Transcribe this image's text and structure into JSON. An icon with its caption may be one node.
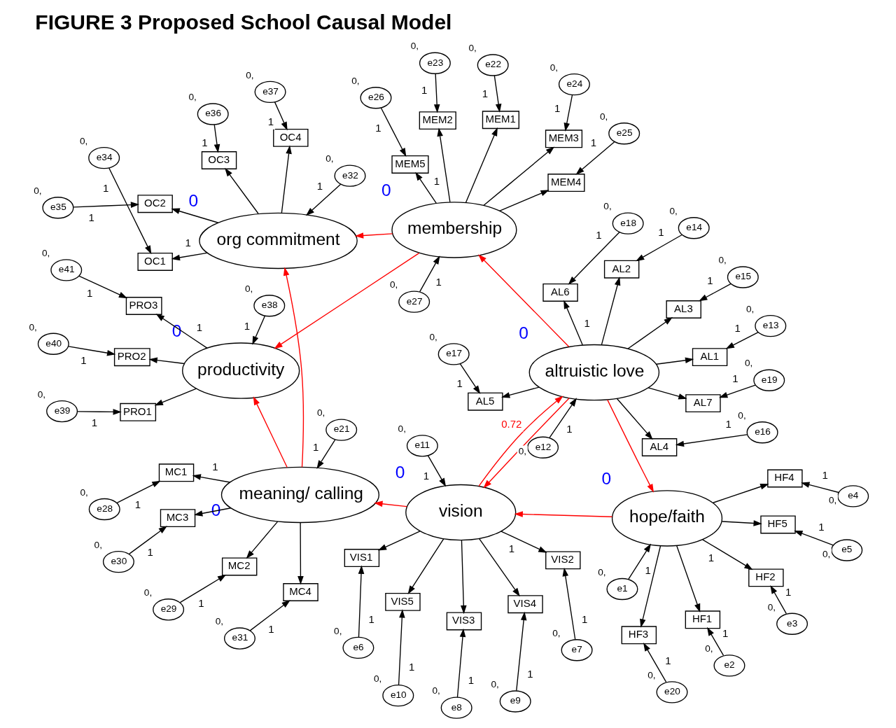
{
  "diagram": {
    "title": "FIGURE 3 Proposed School Causal Model",
    "nodes": [
      {
        "text": [
          "hope/faith"
        ],
        "beside": [
          "0"
        ]
      },
      {
        "text": [
          "vision"
        ],
        "beside": [
          "0"
        ]
      },
      {
        "text": [
          "meaning/ calling"
        ],
        "beside": [
          "0"
        ]
      },
      {
        "text": [
          "org commitment"
        ],
        "beside": [
          "0"
        ]
      },
      {
        "text": [
          "altruistic love"
        ],
        "beside": [
          "0"
        ]
      },
      {
        "text": [
          "membership"
        ],
        "beside": [
          "0"
        ]
      },
      {
        "text": [
          "productivity"
        ],
        "beside": [
          "0"
        ]
      },
      {
        "text": [
          "HF1"
        ]
      },
      {
        "text": [
          "HF2"
        ]
      },
      {
        "text": [
          "HF3"
        ]
      },
      {
        "text": [
          "HF4"
        ]
      },
      {
        "text": [
          "HF5"
        ]
      },
      {
        "text": [
          "VIS1"
        ]
      },
      {
        "text": [
          "VIS2"
        ]
      },
      {
        "text": [
          "VIS3"
        ]
      },
      {
        "text": [
          "VIS4"
        ]
      },
      {
        "text": [
          "VIS5"
        ]
      },
      {
        "text": [
          "MC1"
        ]
      },
      {
        "text": [
          "MC2"
        ]
      },
      {
        "text": [
          "MC3"
        ]
      },
      {
        "text": [
          "MC4"
        ]
      },
      {
        "text": [
          "OC1"
        ]
      },
      {
        "text": [
          "OC2"
        ]
      },
      {
        "text": [
          "OC3"
        ]
      },
      {
        "text": [
          "OC4"
        ]
      },
      {
        "text": [
          "AL1"
        ]
      },
      {
        "text": [
          "AL2"
        ]
      },
      {
        "text": [
          "AL3"
        ]
      },
      {
        "text": [
          "AL4"
        ]
      },
      {
        "text": [
          "AL5"
        ]
      },
      {
        "text": [
          "AL6"
        ]
      },
      {
        "text": [
          "AL7"
        ]
      },
      {
        "text": [
          "MEM1"
        ]
      },
      {
        "text": [
          "MEM2"
        ]
      },
      {
        "text": [
          "MEM3"
        ]
      },
      {
        "text": [
          "MEM4"
        ]
      },
      {
        "text": [
          "MEM5"
        ]
      },
      {
        "text": [
          "PRO1"
        ]
      },
      {
        "text": [
          "PRO2"
        ]
      },
      {
        "text": [
          "PRO3"
        ]
      },
      {
        "text": [
          "e1"
        ],
        "beside": [
          "0,"
        ]
      },
      {
        "text": [
          "e2"
        ],
        "beside": [
          "0,"
        ]
      },
      {
        "text": [
          "e3"
        ],
        "beside": [
          "0,"
        ]
      },
      {
        "text": [
          "e4"
        ],
        "beside": [
          "0,"
        ]
      },
      {
        "text": [
          "e5"
        ],
        "beside": [
          "0,"
        ]
      },
      {
        "text": [
          "e6"
        ],
        "beside": [
          "0,"
        ]
      },
      {
        "text": [
          "e7"
        ],
        "beside": [
          "0,"
        ]
      },
      {
        "text": [
          "e8"
        ],
        "beside": [
          "0,"
        ]
      },
      {
        "text": [
          "e9"
        ],
        "beside": [
          "0,"
        ]
      },
      {
        "text": [
          "e10"
        ],
        "beside": [
          "0,"
        ]
      },
      {
        "text": [
          "e11"
        ],
        "beside": [
          "0,"
        ]
      },
      {
        "text": [
          "e12"
        ],
        "beside": [
          "0,"
        ]
      },
      {
        "text": [
          "e13"
        ],
        "beside": [
          "0,"
        ]
      },
      {
        "text": [
          "e14"
        ],
        "beside": [
          "0,"
        ]
      },
      {
        "text": [
          "e15"
        ],
        "beside": [
          "0,"
        ]
      },
      {
        "text": [
          "e16"
        ],
        "beside": [
          "0,"
        ]
      },
      {
        "text": [
          "e17"
        ],
        "beside": [
          "0,"
        ]
      },
      {
        "text": [
          "e18"
        ],
        "beside": [
          "0,"
        ]
      },
      {
        "text": [
          "e19"
        ],
        "beside": [
          "0,"
        ]
      },
      {
        "text": [
          "e20"
        ],
        "beside": [
          "0,"
        ]
      },
      {
        "text": [
          "e21"
        ],
        "beside": [
          "0,"
        ]
      },
      {
        "text": [
          "e22"
        ],
        "beside": [
          "0,"
        ]
      },
      {
        "text": [
          "e23"
        ],
        "beside": [
          "0,"
        ]
      },
      {
        "text": [
          "e24"
        ],
        "beside": [
          "0,"
        ]
      },
      {
        "text": [
          "e25"
        ],
        "beside": [
          "0,"
        ]
      },
      {
        "text": [
          "e26"
        ],
        "beside": [
          "0,"
        ]
      },
      {
        "text": [
          "e27"
        ],
        "beside": [
          "0,"
        ]
      },
      {
        "text": [
          "e28"
        ],
        "beside": [
          "0,"
        ]
      },
      {
        "text": [
          "e29"
        ],
        "beside": [
          "0,"
        ]
      },
      {
        "text": [
          "e30"
        ],
        "beside": [
          "0,"
        ]
      },
      {
        "text": [
          "e31"
        ],
        "beside": [
          "0,"
        ]
      },
      {
        "text": [
          "e32"
        ],
        "beside": [
          "0,"
        ]
      },
      {
        "text": [
          "e34"
        ],
        "beside": [
          "0,"
        ]
      },
      {
        "text": [
          "e35"
        ],
        "beside": [
          "0,"
        ]
      },
      {
        "text": [
          "e36"
        ],
        "beside": [
          "0,"
        ]
      },
      {
        "text": [
          "e37"
        ],
        "beside": [
          "0,"
        ]
      },
      {
        "text": [
          "e38"
        ],
        "beside": [
          "0,"
        ]
      },
      {
        "text": [
          "e39"
        ],
        "beside": [
          "0,"
        ]
      },
      {
        "text": [
          "e40"
        ],
        "beside": [
          "0,"
        ]
      },
      {
        "text": [
          "e41"
        ],
        "beside": [
          "0,"
        ]
      }
    ],
    "edges": [
      {
        "from": 0,
        "to": 1,
        "arrow": "to",
        "color": "#ff0000"
      },
      {
        "from": 1,
        "to": 2,
        "arrow": "to",
        "color": "#ff0000"
      },
      {
        "from": 2,
        "to": 3,
        "arrow": "to",
        "color": "#ff0000"
      },
      {
        "from": 2,
        "to": 6,
        "arrow": "to",
        "color": "#ff0000"
      },
      {
        "from": 4,
        "to": 0,
        "arrow": "to",
        "color": "#ff0000"
      },
      {
        "from": 1,
        "to": 4,
        "arrow": "to",
        "color": "#ff0000",
        "label": "0.72"
      },
      {
        "from": 4,
        "to": 1,
        "arrow": "to",
        "color": "#ff0000"
      },
      {
        "from": 4,
        "to": 5,
        "arrow": "to",
        "color": "#ff0000"
      },
      {
        "from": 5,
        "to": 3,
        "arrow": "to",
        "color": "#ff0000"
      },
      {
        "from": 5,
        "to": 6,
        "arrow": "to",
        "color": "#ff0000"
      },
      {
        "from": 0,
        "to": 7,
        "arrow": "to"
      },
      {
        "from": 0,
        "to": 8,
        "arrow": "to",
        "label": "1"
      },
      {
        "from": 0,
        "to": 9,
        "arrow": "to"
      },
      {
        "from": 0,
        "to": 10,
        "arrow": "to"
      },
      {
        "from": 0,
        "to": 11,
        "arrow": "to"
      },
      {
        "from": 1,
        "to": 12,
        "arrow": "to"
      },
      {
        "from": 1,
        "to": 13,
        "arrow": "to",
        "label": "1"
      },
      {
        "from": 1,
        "to": 14,
        "arrow": "to"
      },
      {
        "from": 1,
        "to": 15,
        "arrow": "to"
      },
      {
        "from": 1,
        "to": 16,
        "arrow": "to"
      },
      {
        "from": 2,
        "to": 17,
        "arrow": "to",
        "label": "1"
      },
      {
        "from": 2,
        "to": 18,
        "arrow": "to"
      },
      {
        "from": 2,
        "to": 19,
        "arrow": "to"
      },
      {
        "from": 2,
        "to": 20,
        "arrow": "to"
      },
      {
        "from": 3,
        "to": 21,
        "arrow": "to",
        "label": "1"
      },
      {
        "from": 3,
        "to": 22,
        "arrow": "to"
      },
      {
        "from": 3,
        "to": 23,
        "arrow": "to"
      },
      {
        "from": 3,
        "to": 24,
        "arrow": "to"
      },
      {
        "from": 4,
        "to": 25,
        "arrow": "to"
      },
      {
        "from": 4,
        "to": 26,
        "arrow": "to"
      },
      {
        "from": 4,
        "to": 27,
        "arrow": "to"
      },
      {
        "from": 4,
        "to": 28,
        "arrow": "to"
      },
      {
        "from": 4,
        "to": 29,
        "arrow": "to"
      },
      {
        "from": 4,
        "to": 30,
        "arrow": "to",
        "label": "1"
      },
      {
        "from": 4,
        "to": 31,
        "arrow": "to"
      },
      {
        "from": 5,
        "to": 32,
        "arrow": "to"
      },
      {
        "from": 5,
        "to": 33,
        "arrow": "to"
      },
      {
        "from": 5,
        "to": 34,
        "arrow": "to"
      },
      {
        "from": 5,
        "to": 35,
        "arrow": "to"
      },
      {
        "from": 5,
        "to": 36,
        "arrow": "to",
        "label": "1"
      },
      {
        "from": 6,
        "to": 37,
        "arrow": "to"
      },
      {
        "from": 6,
        "to": 38,
        "arrow": "to"
      },
      {
        "from": 6,
        "to": 39,
        "arrow": "to",
        "label": "1"
      },
      {
        "from": 40,
        "to": 0,
        "arrow": "to",
        "label": "1"
      },
      {
        "from": 41,
        "to": 7,
        "arrow": "to",
        "label": "1"
      },
      {
        "from": 42,
        "to": 8,
        "arrow": "to",
        "label": "1"
      },
      {
        "from": 43,
        "to": 10,
        "arrow": "to",
        "label": "1"
      },
      {
        "from": 44,
        "to": 11,
        "arrow": "to",
        "label": "1"
      },
      {
        "from": 45,
        "to": 12,
        "arrow": "to",
        "label": "1"
      },
      {
        "from": 46,
        "to": 13,
        "arrow": "to",
        "label": "1"
      },
      {
        "from": 47,
        "to": 14,
        "arrow": "to",
        "label": "1"
      },
      {
        "from": 48,
        "to": 15,
        "arrow": "to",
        "label": "1"
      },
      {
        "from": 49,
        "to": 16,
        "arrow": "to",
        "label": "1"
      },
      {
        "from": 50,
        "to": 1,
        "arrow": "to",
        "label": "1"
      },
      {
        "from": 51,
        "to": 4,
        "arrow": "to",
        "label": "1"
      },
      {
        "from": 52,
        "to": 25,
        "arrow": "to",
        "label": "1"
      },
      {
        "from": 53,
        "to": 26,
        "arrow": "to",
        "label": "1"
      },
      {
        "from": 54,
        "to": 27,
        "arrow": "to",
        "label": "1"
      },
      {
        "from": 55,
        "to": 28,
        "arrow": "to",
        "label": "1"
      },
      {
        "from": 56,
        "to": 29,
        "arrow": "to",
        "label": "1"
      },
      {
        "from": 57,
        "to": 30,
        "arrow": "to",
        "label": "1"
      },
      {
        "from": 58,
        "to": 31,
        "arrow": "to",
        "label": "1"
      },
      {
        "from": 59,
        "to": 9,
        "arrow": "to",
        "label": "1"
      },
      {
        "from": 60,
        "to": 2,
        "arrow": "to",
        "label": "1"
      },
      {
        "from": 61,
        "to": 32,
        "arrow": "to",
        "label": "1"
      },
      {
        "from": 62,
        "to": 33,
        "arrow": "to",
        "label": "1"
      },
      {
        "from": 63,
        "to": 34,
        "arrow": "to",
        "label": "1"
      },
      {
        "from": 64,
        "to": 35,
        "arrow": "to",
        "label": "1"
      },
      {
        "from": 65,
        "to": 36,
        "arrow": "to",
        "label": "1"
      },
      {
        "from": 66,
        "to": 5,
        "arrow": "to",
        "label": "1"
      },
      {
        "from": 67,
        "to": 17,
        "arrow": "to",
        "label": "1"
      },
      {
        "from": 68,
        "to": 18,
        "arrow": "to",
        "label": "1"
      },
      {
        "from": 69,
        "to": 19,
        "arrow": "to",
        "label": "1"
      },
      {
        "from": 70,
        "to": 20,
        "arrow": "to",
        "label": "1"
      },
      {
        "from": 71,
        "to": 3,
        "arrow": "to",
        "label": "1"
      },
      {
        "from": 72,
        "to": 21,
        "arrow": "to",
        "label": "1"
      },
      {
        "from": 73,
        "to": 22,
        "arrow": "to",
        "label": "1"
      },
      {
        "from": 74,
        "to": 23,
        "arrow": "to",
        "label": "1"
      },
      {
        "from": 75,
        "to": 24,
        "arrow": "to",
        "label": "1"
      },
      {
        "from": 76,
        "to": 6,
        "arrow": "to",
        "label": "1"
      },
      {
        "from": 77,
        "to": 37,
        "arrow": "to",
        "label": "1"
      },
      {
        "from": 78,
        "to": 38,
        "arrow": "to",
        "label": "1"
      },
      {
        "from": 79,
        "to": 39,
        "arrow": "to",
        "label": "1"
      }
    ]
  }
}
